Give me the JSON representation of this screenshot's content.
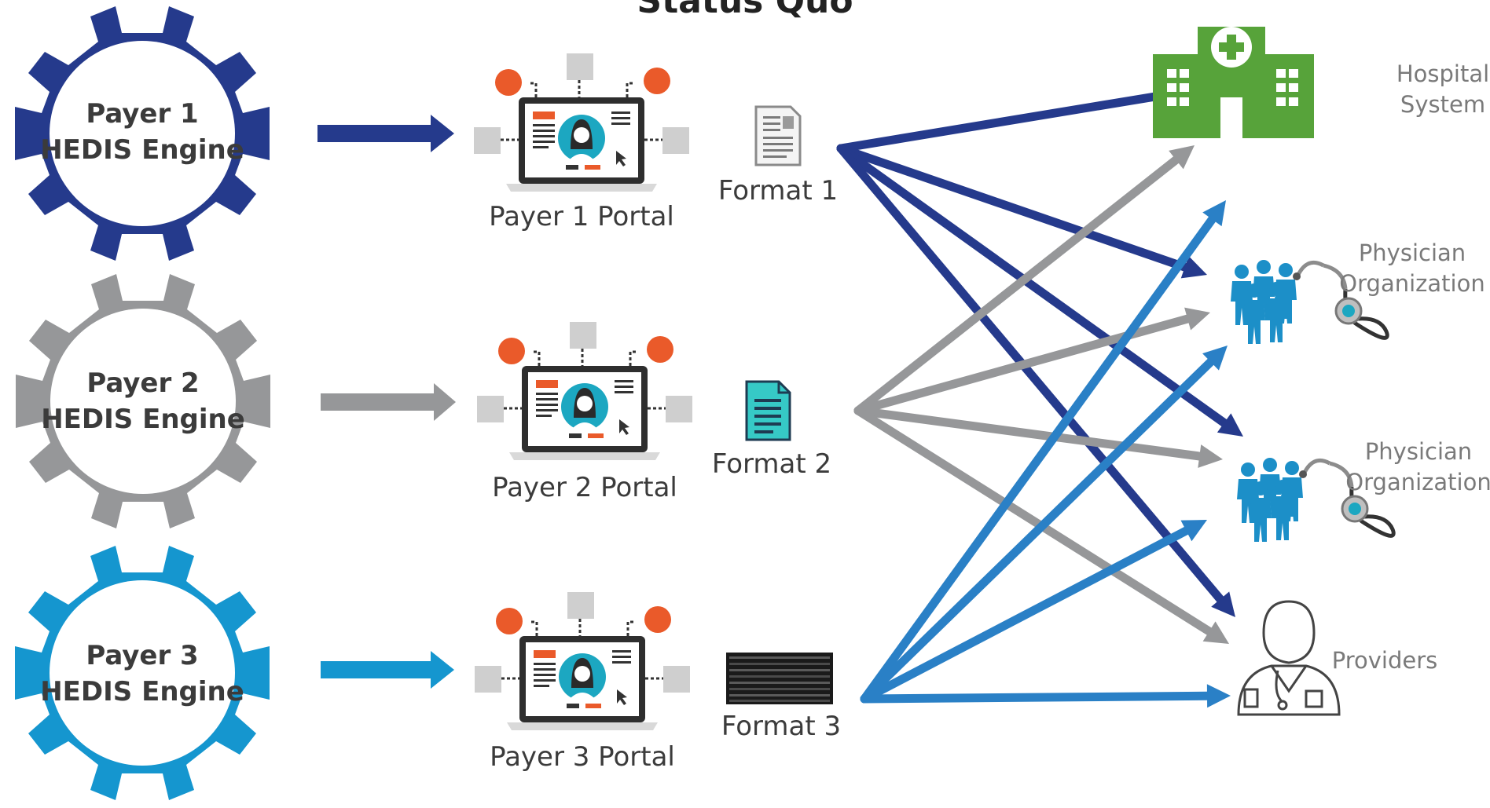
{
  "title": "Status Quo",
  "colors": {
    "payer1": "#253a8c",
    "payer2": "#969799",
    "payer3": "#1596cf",
    "flow3": "#2a80c6",
    "orange": "#ea5a2a",
    "square": "#cfcfcf",
    "hospital": "#57a33a",
    "teal": "#1ca7c1"
  },
  "payers": [
    {
      "line1": "Payer 1",
      "line2": "HEDIS Engine",
      "portal": "Payer 1 Portal",
      "format": "Format 1",
      "format_icon": "document-icon"
    },
    {
      "line1": "Payer 2",
      "line2": "HEDIS Engine",
      "portal": "Payer 2 Portal",
      "format": "Format 2",
      "format_icon": "file-icon"
    },
    {
      "line1": "Payer 3",
      "line2": "HEDIS Engine",
      "portal": "Payer 3 Portal",
      "format": "Format 3",
      "format_icon": "data-strip-icon"
    }
  ],
  "destinations": [
    {
      "line1": "Hospital",
      "line2": "System",
      "icon": "hospital-icon"
    },
    {
      "line1": "Physician",
      "line2": "Organization",
      "icon": "physician-organization-icon"
    },
    {
      "line1": "Physician",
      "line2": "Organization",
      "icon": "physician-organization-icon"
    },
    {
      "line1": "Providers",
      "line2": "",
      "icon": "doctor-icon"
    }
  ]
}
